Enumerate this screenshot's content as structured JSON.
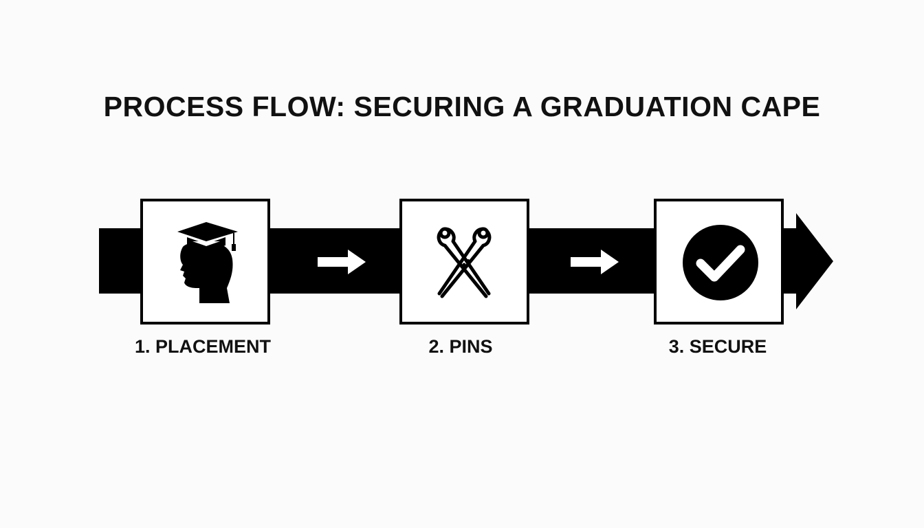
{
  "title": "PROCESS FLOW: SECURING A GRADUATION CAPE",
  "colors": {
    "band": "#000000",
    "box_fill": "#ffffff",
    "background": "#fbfbfb"
  },
  "steps": [
    {
      "label": "1. PLACEMENT",
      "icon": "graduate-head-icon"
    },
    {
      "label": "2. PINS",
      "icon": "safety-pins-icon"
    },
    {
      "label": "3. SECURE",
      "icon": "check-circle-icon"
    }
  ],
  "connectors": [
    "right-arrow-icon",
    "right-arrow-icon"
  ]
}
